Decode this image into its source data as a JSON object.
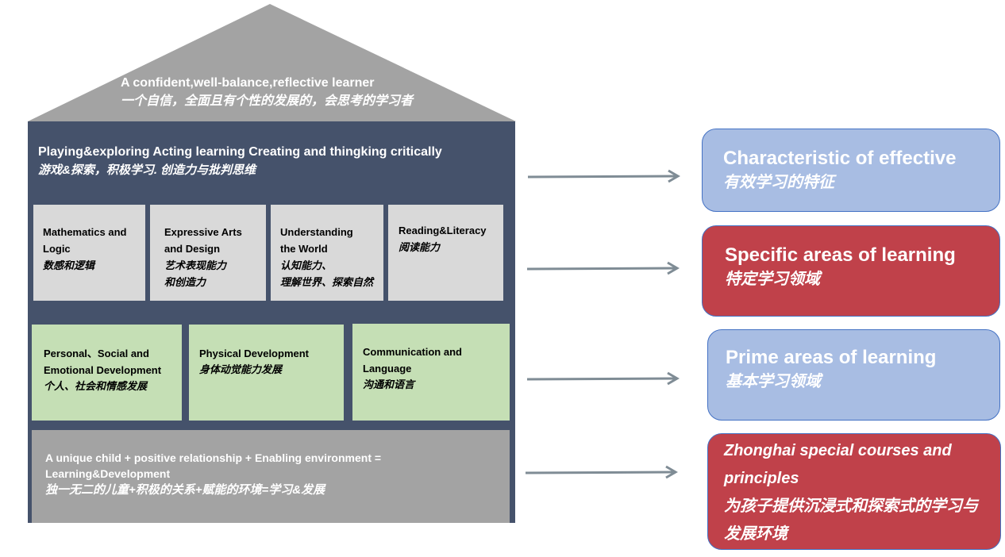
{
  "roof": {
    "title_en": "A confident,well-balance,reflective learner",
    "title_zh": "一个自信，全面且有个性的发展的，会思考的学习者"
  },
  "characteristics": {
    "en": "Playing&exploring Acting learning Creating and thingking critically",
    "zh": "游戏&探索，积极学习. 创造力与批判思维"
  },
  "specific_areas": [
    {
      "en": "Mathematics and Logic",
      "zh": [
        "数感和逻辑"
      ]
    },
    {
      "en": "Expressive Arts and Design",
      "zh": [
        "艺术表现能力",
        "和创造力"
      ]
    },
    {
      "en": "Understanding the World",
      "zh": [
        "认知能力、",
        "理解世界、探索自然"
      ]
    },
    {
      "en": "Reading&Literacy",
      "zh": [
        "阅读能力"
      ]
    }
  ],
  "prime_areas": [
    {
      "en": "Personal、Social and Emotional Development",
      "zh": "个人、社会和情感发展"
    },
    {
      "en": "Physical Development",
      "zh": "身体动觉能力发展"
    },
    {
      "en": "Communication and Language",
      "zh": "沟通和语言"
    }
  ],
  "foundation": {
    "en": "A unique child + positive relationship + Enabling environment = Learning&Development",
    "zh": "独一无二的儿童+积极的关系+赋能的环境=学习&发展"
  },
  "labels": [
    {
      "en": "Characteristic of effective",
      "zh": "有效学习的特征",
      "color": "#a8bde3"
    },
    {
      "en": "Specific areas of learning",
      "zh": "特定学习领域",
      "color": "#c0414a"
    },
    {
      "en": "Prime areas of learning",
      "zh": "基本学习领域",
      "color": "#a8bde3"
    },
    {
      "en": "Zhonghai special courses and principles",
      "zh": "为孩子提供沉浸式和探索式的学习与发展环境",
      "color": "#c0414a"
    }
  ],
  "colors": {
    "roof": "#a3a3a3",
    "wall": "#45526b",
    "specific_box": "#d9d9d9",
    "prime_box": "#c5dfb5",
    "arrow": "#7f8c95",
    "label_border": "#4472c4"
  }
}
